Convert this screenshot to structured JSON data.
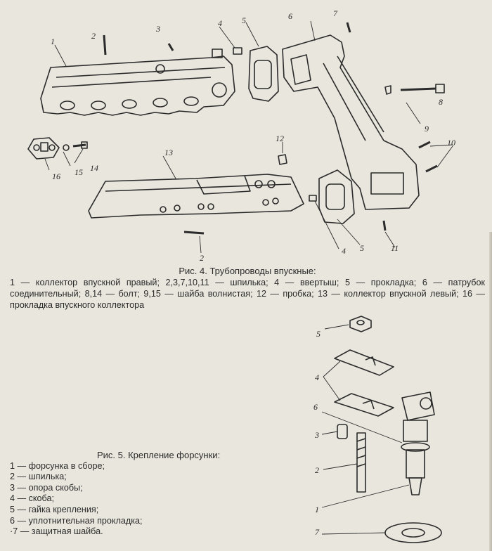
{
  "figure4": {
    "title": "Рис. 4. Трубопроводы впускные:",
    "legend": "1 — коллектор впускной правый; 2,3,7,10,11 — шпилька; 4 — ввертыш; 5 — прокладка; 6 — патрубок соединительный; 8,14 — болт; 9,15 — шайба волнистая; 12 — пробка; 13 — коллектор впускной левый; 16 — прокладка впускного коллектора",
    "callouts": [
      "1",
      "2",
      "3",
      "4",
      "5",
      "6",
      "7",
      "8",
      "9",
      "10",
      "11",
      "12",
      "13",
      "14",
      "15",
      "16",
      "2",
      "4",
      "5"
    ]
  },
  "figure5": {
    "title": "Рис. 5. Крепление форсунки:",
    "items": [
      "1 — форсунка в сборе;",
      "2 — шпилька;",
      "3 — опора скобы;",
      "4 — скоба;",
      "5 — гайка крепления;",
      "6 — уплотнительная прокладка;",
      "·7 — защитная шайба."
    ],
    "callouts": [
      "5",
      "4",
      "6",
      "3",
      "2",
      "1",
      "7"
    ]
  }
}
